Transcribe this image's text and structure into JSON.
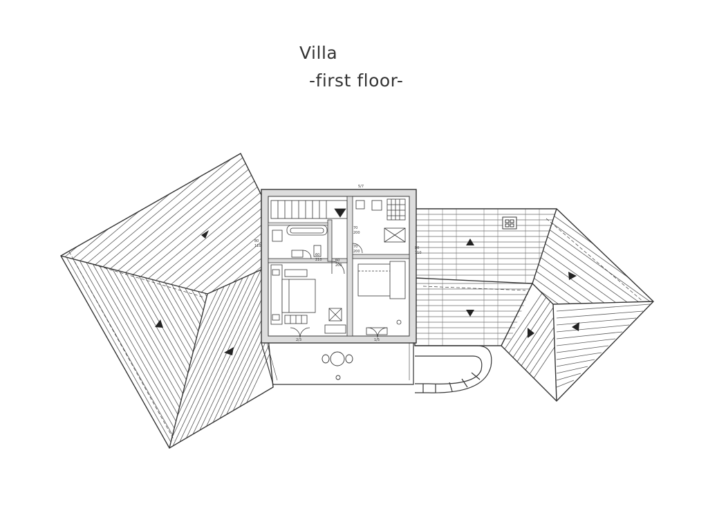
{
  "drawing": {
    "title": "Villa",
    "subtitle": "-first floor-"
  },
  "dims": {
    "d_top": "5/7",
    "d_l1": "80",
    "d_l2": "110",
    "d_r1": "80",
    "d_r2": "110",
    "d_c1": "70",
    "d_c2": "200",
    "d_c3": "70",
    "d_c4": "200",
    "d_c5": "60",
    "d_c6": "210",
    "d_b1": "2/3",
    "d_b2": "1/5",
    "d_s1": "60",
    "d_s2": "200"
  },
  "colors": {
    "line": "#333333",
    "hatch": "#555555",
    "wall": "#dddddd",
    "background": "#ffffff"
  }
}
